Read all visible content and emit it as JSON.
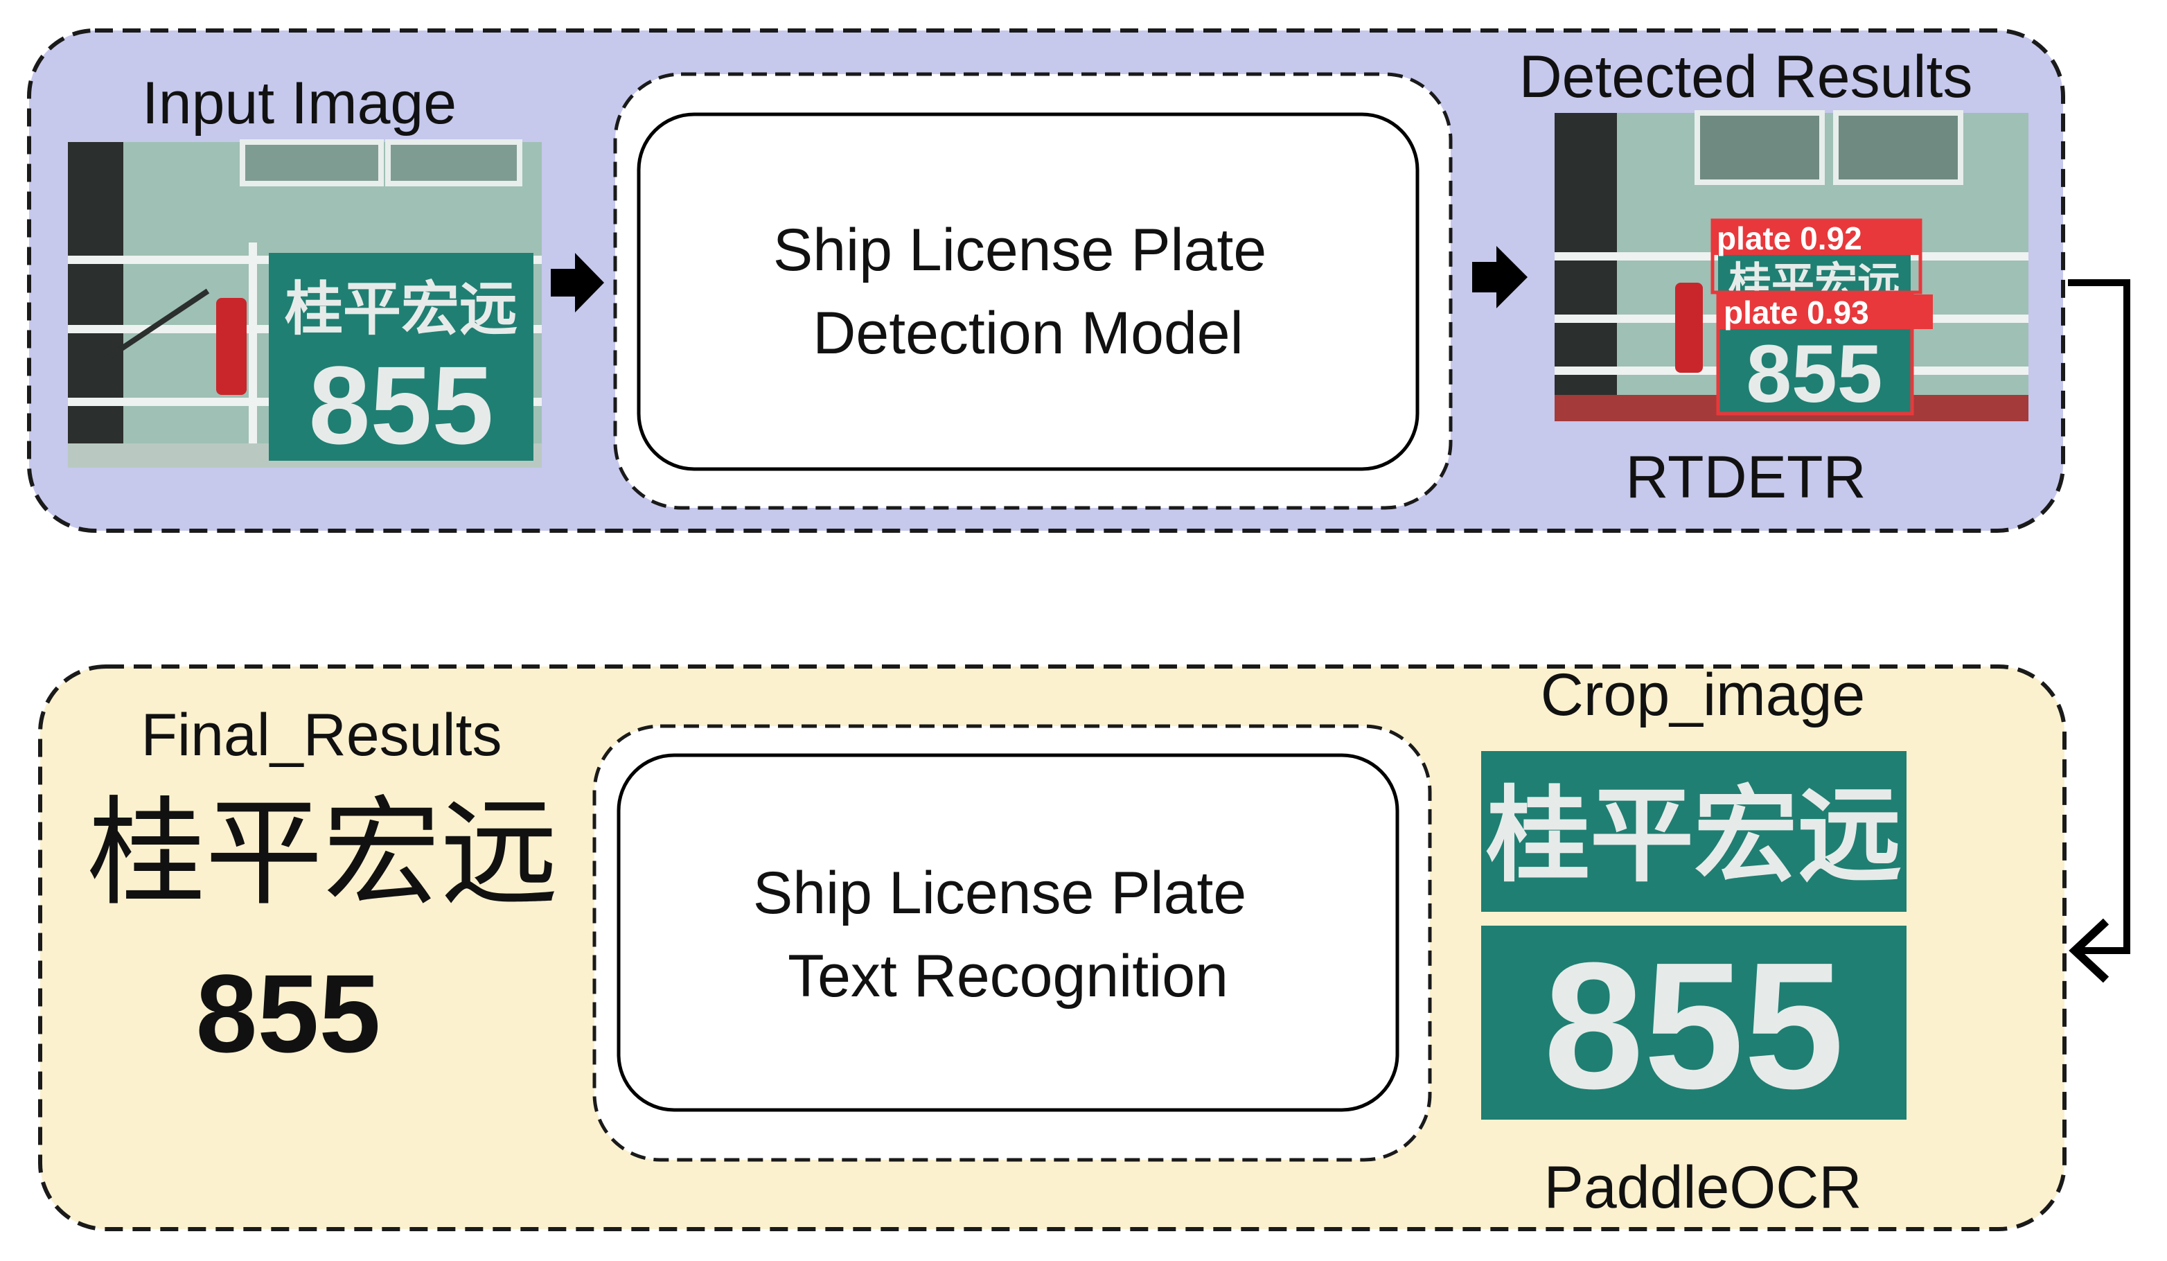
{
  "colors": {
    "top_panel_fill": "#c6c8ec",
    "bottom_panel_fill": "#fbf1cf",
    "plate_green": "#1f7f72",
    "wall_color": "#9fc0b4",
    "detection_red": "#e8383b"
  },
  "top_panel": {
    "input_title": "Input Image",
    "input_plate": {
      "chars": "桂平宏远",
      "number": "855"
    },
    "detection_box_label": "Ship License Plate\nDetection Model",
    "results_title": "Detected Results",
    "results_plate": {
      "chars": "桂平宏远",
      "number": "855"
    },
    "detections": [
      {
        "label": "plate",
        "score": "0.92"
      },
      {
        "label": "plate",
        "score": "0.93"
      }
    ],
    "model_name": "RTDETR"
  },
  "bottom_panel": {
    "final_title": "Final_Results",
    "final_chars": "桂平宏远",
    "final_number": "855",
    "recognition_box_label": "Ship License Plate\nText Recognition",
    "crop_title": "Crop_image",
    "crop_chars": "桂平宏远",
    "crop_number": "855",
    "model_name": "PaddleOCR"
  }
}
